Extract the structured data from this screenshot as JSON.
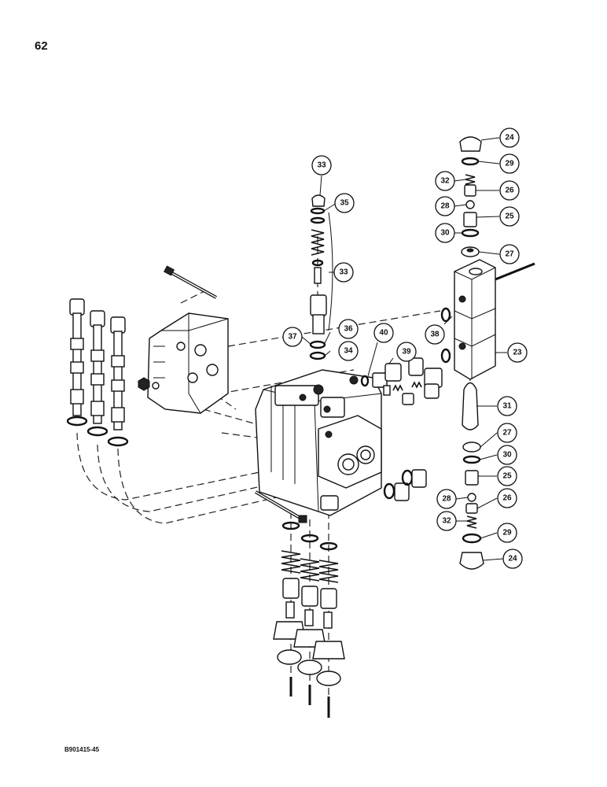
{
  "page": {
    "number": "62",
    "figure_code": "B901415-45"
  },
  "callouts": {
    "c24a": "24",
    "c29a": "29",
    "c32a": "32",
    "c26a": "26",
    "c28a": "28",
    "c25a": "25",
    "c30a": "30",
    "c27a": "27",
    "c23": "23",
    "c31": "31",
    "c27b": "27",
    "c30b": "30",
    "c25b": "25",
    "c28b": "28",
    "c26b": "26",
    "c32b": "32",
    "c29b": "29",
    "c24b": "24",
    "c33a": "33",
    "c35": "35",
    "c33b": "33",
    "c37": "37",
    "c36": "36",
    "c34": "34",
    "c40": "40",
    "c39": "39",
    "c38": "38"
  }
}
